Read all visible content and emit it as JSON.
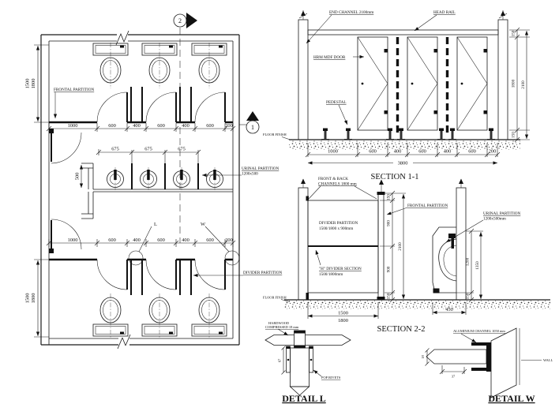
{
  "plan_top": {
    "marker_top": "2",
    "marker_right": "1",
    "dim_v1": "1500",
    "dim_v2": "1800",
    "dims_h": [
      "1000",
      "600",
      "400",
      "600",
      "400",
      "600",
      "200"
    ],
    "frontal_label": "FRONTAL PARTITION"
  },
  "urinals": {
    "dim675_1": "675",
    "dim675_2": "675",
    "dim675_3": "675",
    "dim500": "500",
    "label1": "URINAL PARTITION",
    "label2": "1200x500"
  },
  "plan_bottom": {
    "dims_h": [
      "1000",
      "600",
      "400",
      "600",
      "400",
      "600",
      "200"
    ],
    "dim_v1": "1500",
    "dim_v2": "1800",
    "divider_label": "DIVIDER PARTITION",
    "tag_l": "L",
    "tag_w": "W"
  },
  "section11": {
    "title": "SECTION 1-1",
    "end_channel": "END CHANNEL 2100mm",
    "head_rail": "HEAD RAIL",
    "door": "HRM MDF DOOR",
    "pedestal": "PEDESTAL",
    "floor_finish": "FLOOR FINISH",
    "d150a": "150",
    "d1800": "1800",
    "d2100": "2100",
    "d150b": "150",
    "dims_h": [
      "1000",
      "600",
      "400",
      "600",
      "400",
      "600",
      "200"
    ],
    "d3800": "3800"
  },
  "section22": {
    "title": "SECTION 2-2",
    "channels1": "FRONT & BACK",
    "channels2": "CHANNELS 1800 mm",
    "frontal": "FRONTAL PARTITION",
    "divider1": "DIVIDER PARTITION",
    "divider2": "1500/1800 x 900mm",
    "hdivider1": "\"H\" DIVIDER SECTION",
    "hdivider2": "1500/1800mm",
    "urinal1": "URINAL PARTITION",
    "urinal2": "1200x500mm",
    "floor_finish": "FLOOR FINISH",
    "d150a": "150",
    "d900a": "900",
    "d900b": "900",
    "d150b": "150",
    "d2100": "2100",
    "d1200": "1200",
    "d1350": "1350",
    "d150c": "150",
    "d450": "450",
    "d1500": "1500",
    "d1800": "1800"
  },
  "detail_l": {
    "title": "DETAIL L",
    "board1": "HARDWOOD",
    "board2": "COMPRESSED 18 mm",
    "rivets": "POP RIVETS",
    "dim": "67"
  },
  "detail_w": {
    "title": "DETAIL W",
    "channel": "ALUMINIUM CHANNEL 1050 mm",
    "wall": "WALL",
    "d37": "37",
    "d18": "18"
  }
}
